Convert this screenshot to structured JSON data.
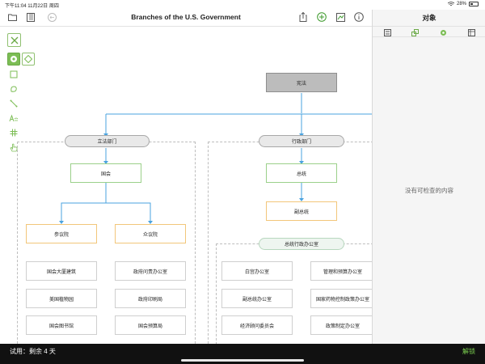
{
  "status_bar": {
    "time": "下午11:04",
    "date": "11月22日 周四",
    "battery": "28%"
  },
  "toolbar": {
    "title": "Branches of the U.S. Government"
  },
  "panel": {
    "title": "对象",
    "empty_message": "没有可检查的内容"
  },
  "diagram": {
    "constitution": "宪法",
    "legislative": {
      "label": "立法部门",
      "congress": "国会",
      "senate": "参议院",
      "house": "众议院",
      "agencies": [
        "国会大厦建筑",
        "美国植物园",
        "国会图书馆",
        "政府问责办公室",
        "政府印刷局",
        "国会预算局"
      ]
    },
    "executive": {
      "label": "行政部门",
      "president": "总统",
      "vice_president": "副总统",
      "eop": "总统行政办公室",
      "offices": [
        "白宫办公室",
        "副总统办公室",
        "经济顾问委员会",
        "管理和预算办公室",
        "国家药物控制政策办公室",
        "政策制定办公室"
      ]
    }
  },
  "trial_bar": {
    "message": "试用：剩余 4 天",
    "unlock": "解锁"
  },
  "colors": {
    "accent_green": "#7cbd55",
    "connector_blue": "#4aa3df"
  }
}
